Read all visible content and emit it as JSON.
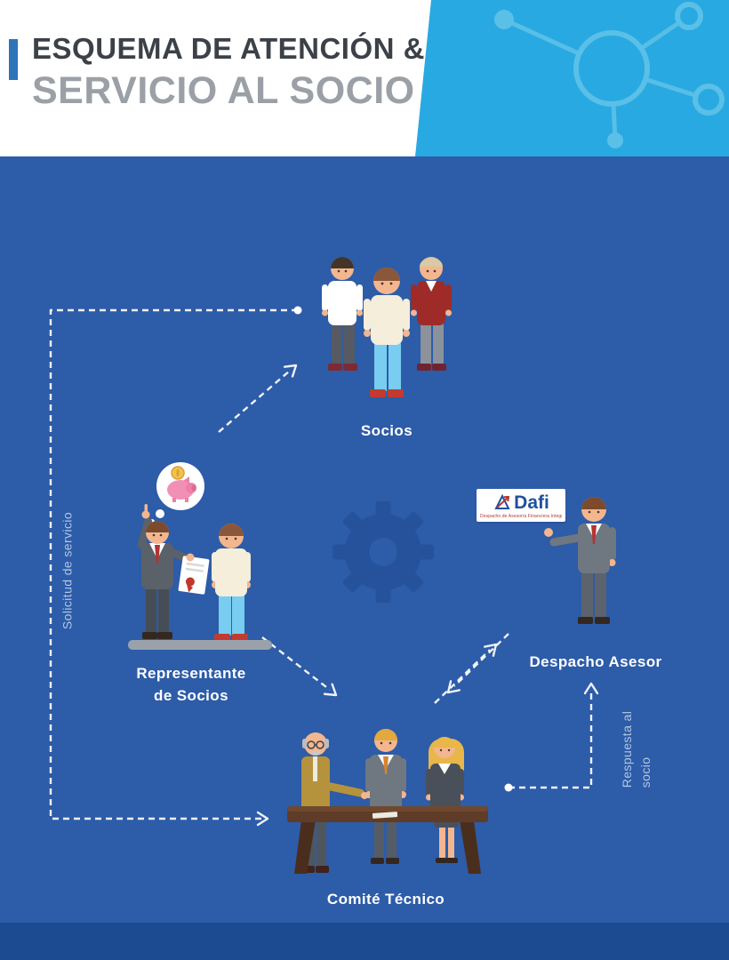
{
  "header": {
    "title_line1": "ESQUEMA DE ATENCIÓN &",
    "title_line2": "SERVICIO AL SOCIO"
  },
  "labels": {
    "socios": "Socios",
    "representante_line1": "Representante",
    "representante_line2": "de Socios",
    "despacho": "Despacho Asesor",
    "comite": "Comité Técnico"
  },
  "flow_labels": {
    "solicitud": "Solicitud de servicio",
    "respuesta_line1": "Respuesta al",
    "respuesta_line2": "socio"
  },
  "logo": {
    "name": "Dafi",
    "tagline": "Despacho de Asesoría Financiera Integral"
  },
  "icons": {
    "header_icon": "network-nodes-icon",
    "center_icon": "gear-icon"
  },
  "colors": {
    "canvas_blue": "#2d5ca8",
    "footer_blue": "#1c4b91",
    "header_panel_blue": "#29a9e1",
    "network_icon_blue": "#5ac0e8",
    "accent_blue": "#2d74b8",
    "title_dark": "#3c4148",
    "title_gray": "#9aa0a6",
    "gear_blue": "#26529b",
    "arrow_white": "#ffffff"
  }
}
